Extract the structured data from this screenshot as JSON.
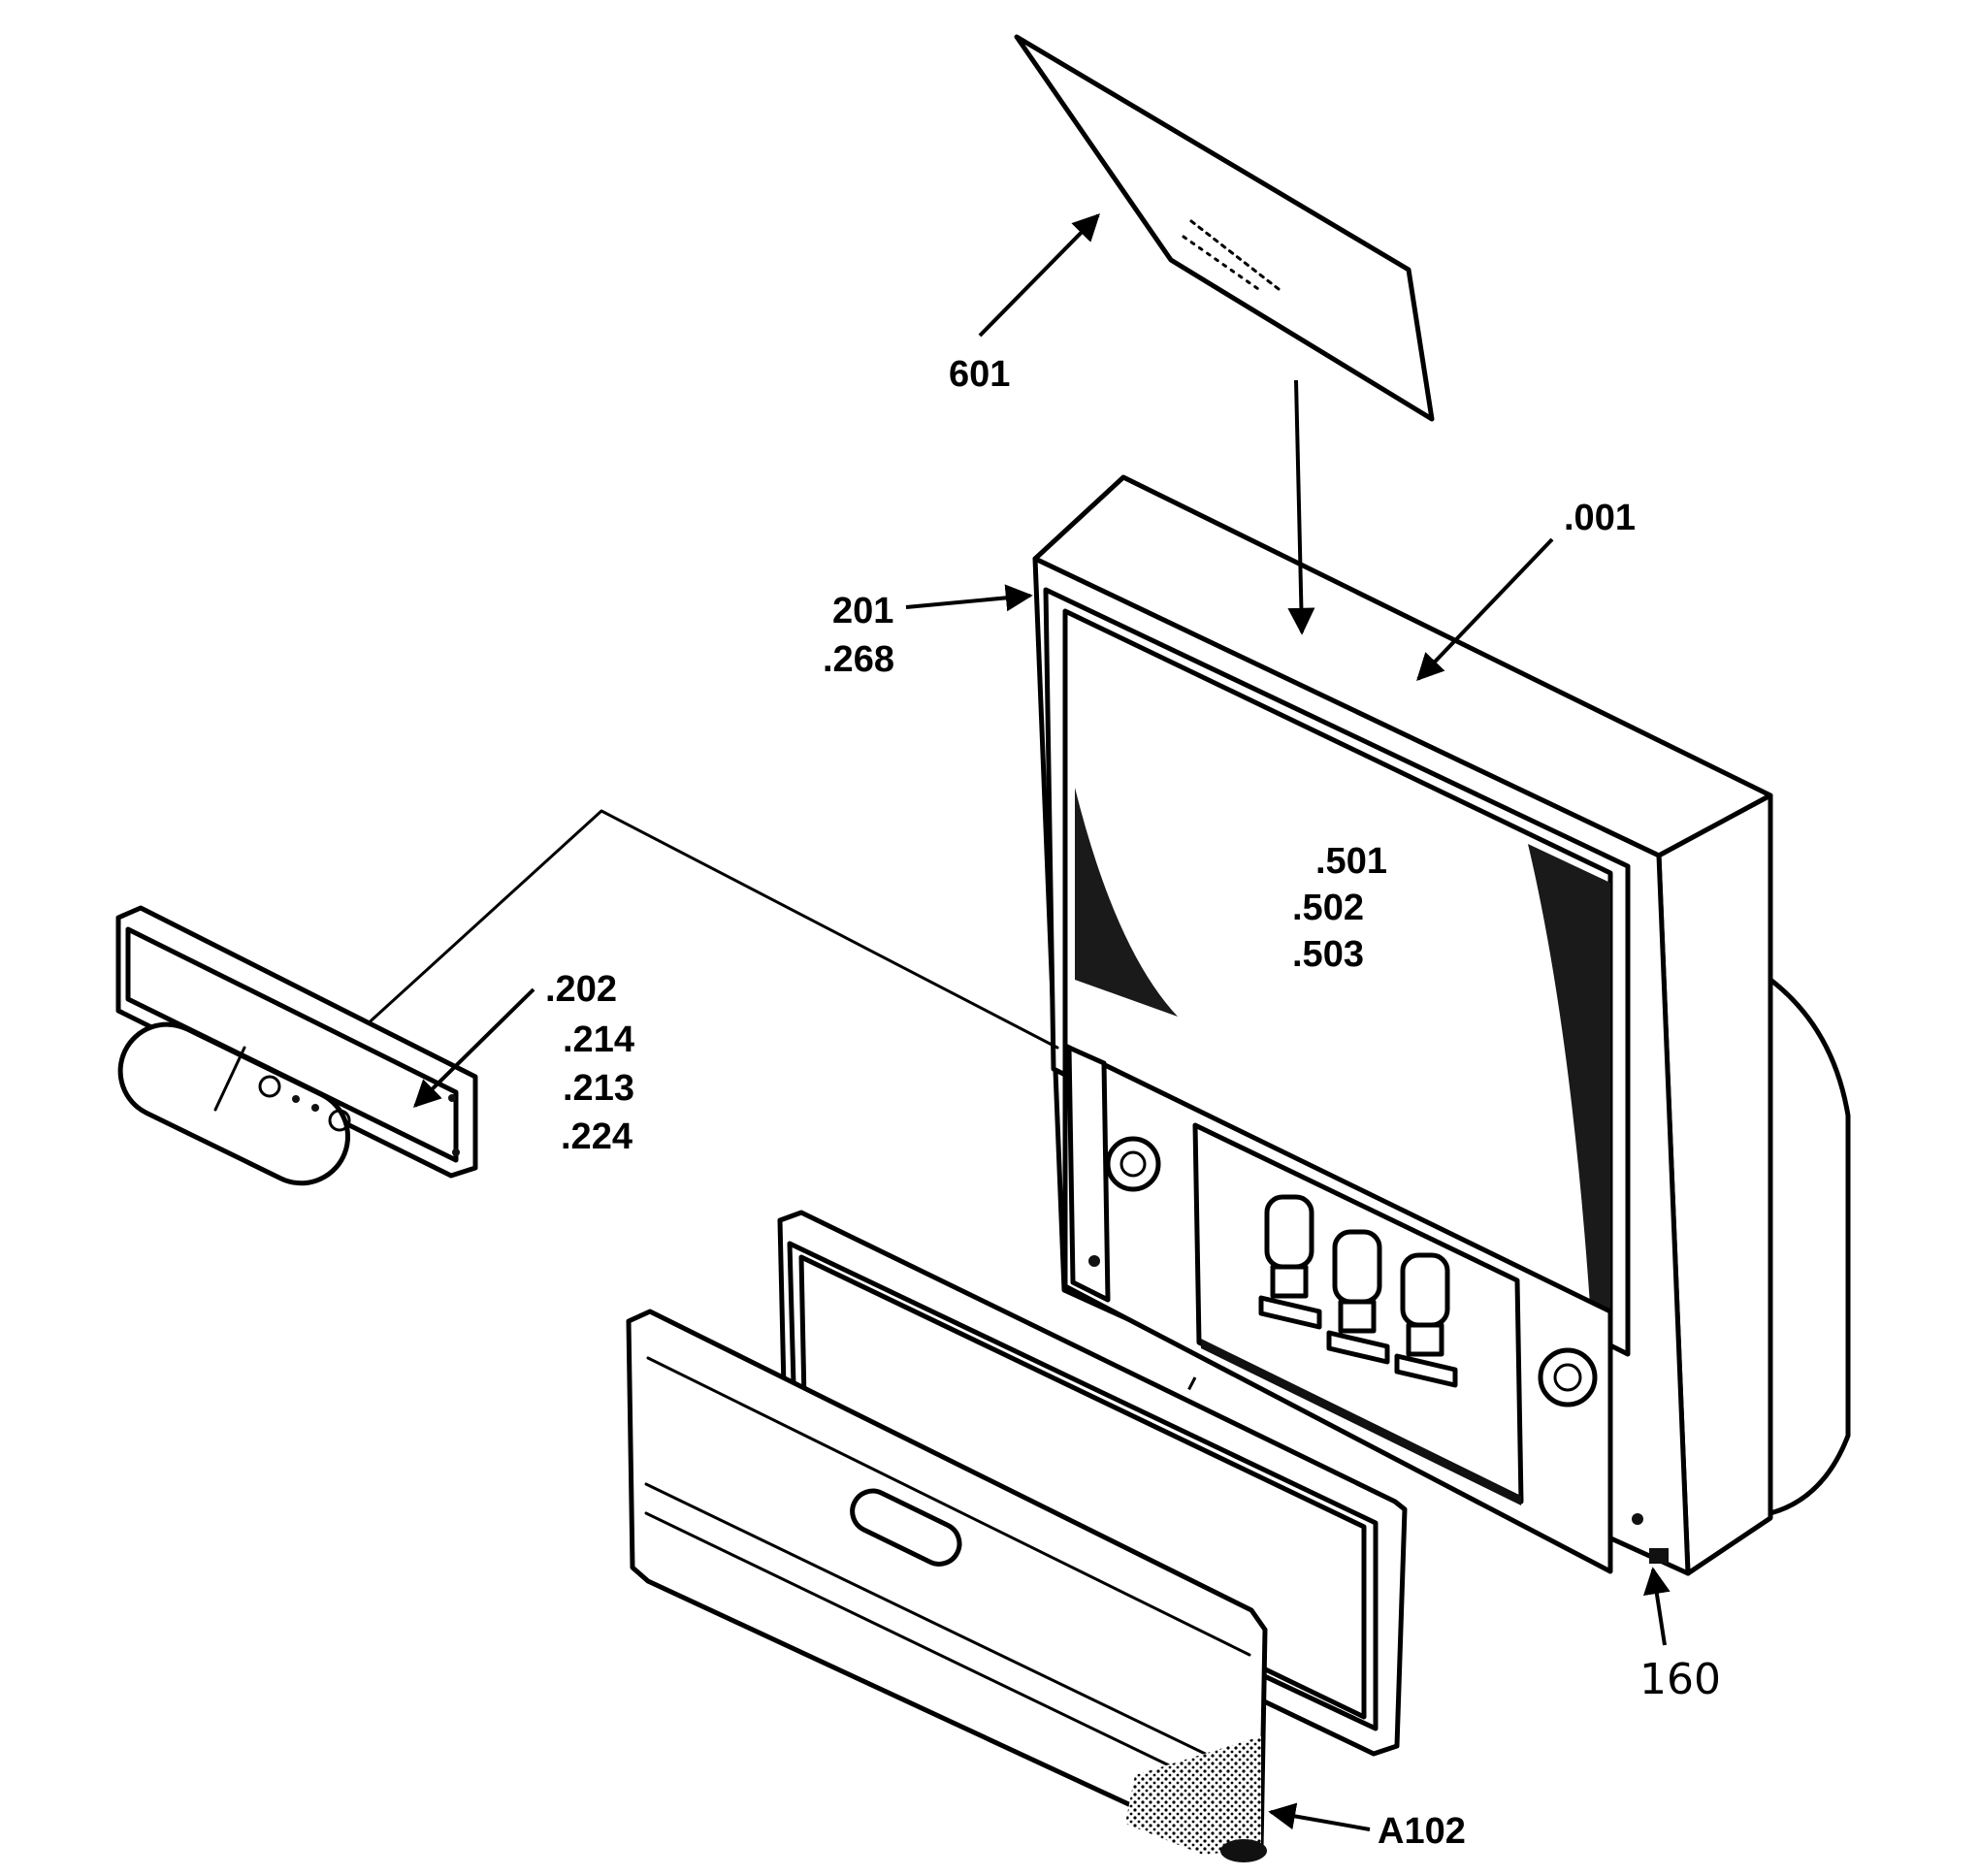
{
  "labels": {
    "l601": "601",
    "l001": ".001",
    "l201": "201",
    "l268": ".268",
    "l501": ".501",
    "l502": ".502",
    "l503": ".503",
    "l202": ".202",
    "l214": ".214",
    "l213": ".213",
    "l224": ".224",
    "l160": "160",
    "lA102": "A102"
  },
  "colors": {
    "line": "#000000",
    "background": "#ffffff"
  }
}
